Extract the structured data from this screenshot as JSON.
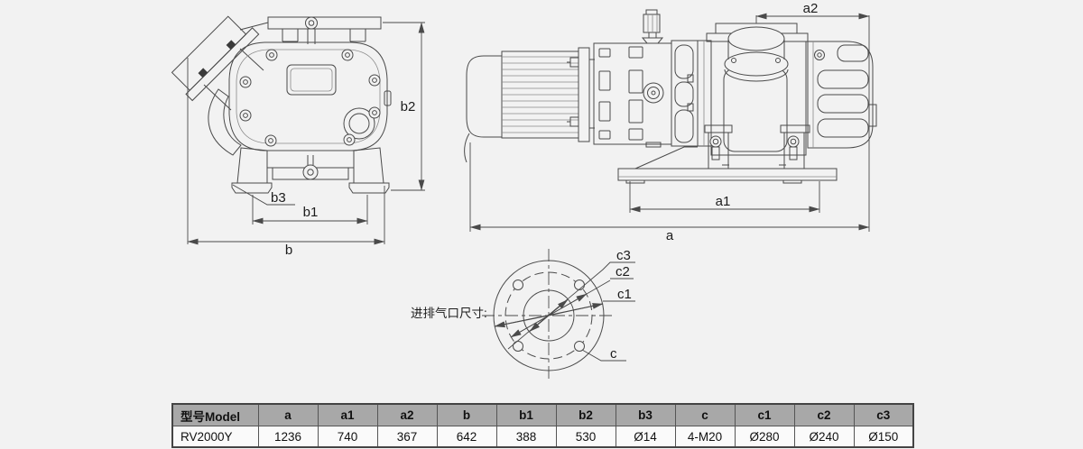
{
  "drawing": {
    "front_view": {
      "dim_b": "b",
      "dim_b1": "b1",
      "dim_b2": "b2",
      "dim_b3": "b3"
    },
    "side_view": {
      "dim_a": "a",
      "dim_a1": "a1",
      "dim_a2": "a2"
    },
    "port_view": {
      "caption": "进排气口尺寸:",
      "dim_c": "c",
      "dim_c1": "c1",
      "dim_c2": "c2",
      "dim_c3": "c3"
    }
  },
  "table": {
    "headers": [
      "型号Model",
      "a",
      "a1",
      "a2",
      "b",
      "b1",
      "b2",
      "b3",
      "c",
      "c1",
      "c2",
      "c3"
    ],
    "rows": [
      [
        "RV2000Y",
        "1236",
        "740",
        "367",
        "642",
        "388",
        "530",
        "Ø14",
        "4-M20",
        "Ø280",
        "Ø240",
        "Ø150"
      ]
    ]
  },
  "colors": {
    "background": "#f2f2f2",
    "line": "#4a4a4a",
    "table_header_bg": "#a8a8a8",
    "table_row_bg": "#fafafa"
  }
}
